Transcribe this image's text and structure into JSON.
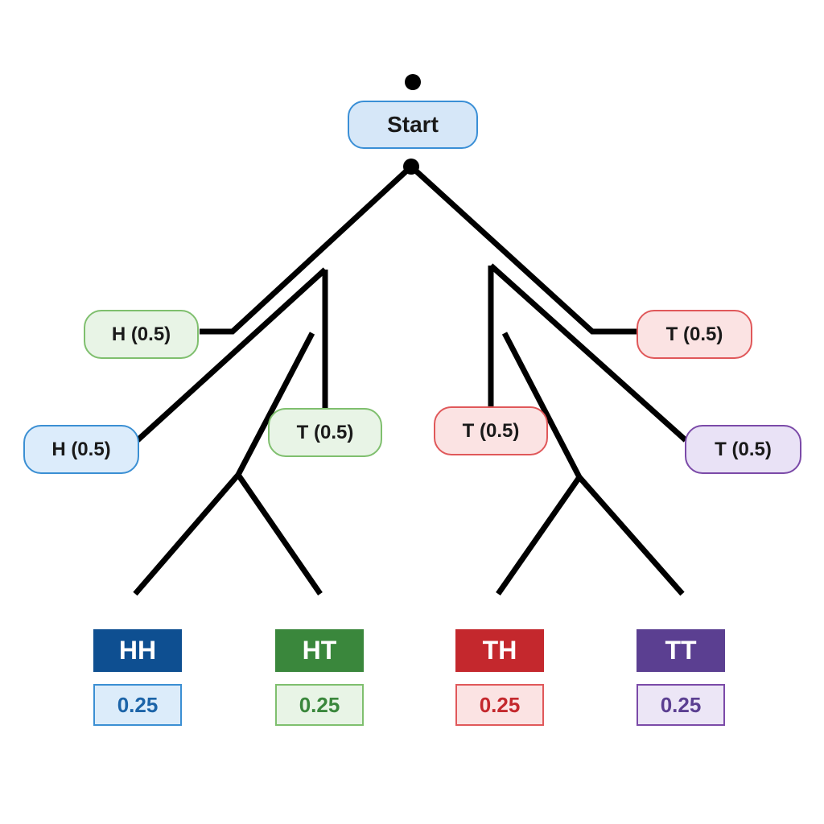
{
  "start": {
    "label": "Start"
  },
  "level1": {
    "heads": {
      "label": "H (0.5)"
    },
    "tails": {
      "label": "T (0.5)"
    }
  },
  "level2": {
    "heads_heads": {
      "label": "H (0.5)"
    },
    "heads_tails": {
      "label": "T (0.5)"
    },
    "tails_heads": {
      "label": "T (0.5)"
    },
    "tails_tails": {
      "label": "T (0.5)"
    }
  },
  "outcomes": [
    {
      "label": "HH",
      "probability": "0.25",
      "color": "#0e4f91"
    },
    {
      "label": "HT",
      "probability": "0.25",
      "color": "#3a873c"
    },
    {
      "label": "TH",
      "probability": "0.25",
      "color": "#c4282d"
    },
    {
      "label": "TT",
      "probability": "0.25",
      "color": "#5b3f91"
    }
  ]
}
